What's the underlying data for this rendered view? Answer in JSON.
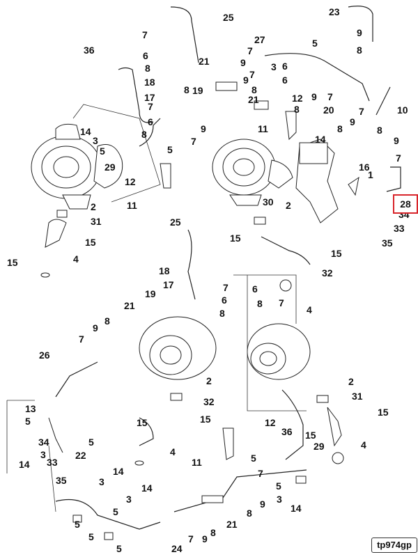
{
  "labels": {
    "a_23": "23",
    "a_25": "25",
    "a_7a": "7",
    "a_9a": "9",
    "a_6a": "6",
    "a_8a": "8",
    "a_36": "36",
    "a_21": "21",
    "a_8b": "8",
    "a_18": "18",
    "a_17": "17",
    "a_27": "27",
    "a_5a": "5",
    "a_7b": "7",
    "a_9b": "9",
    "a_3a": "3",
    "a_6b": "6",
    "a_8c": "8",
    "a_19": "19",
    "a_9c": "9",
    "a_7c": "7",
    "a_6c": "6",
    "a_8d": "8",
    "a_21b": "21",
    "a_12": "12",
    "a_9d": "9",
    "a_7d": "7",
    "a_10": "10",
    "a_8e": "8",
    "a_20": "20",
    "a_9e": "9",
    "a_14a": "14",
    "a_3b": "3",
    "a_5b": "5",
    "a_29": "29",
    "a_9f": "9",
    "a_7e": "7",
    "a_11a": "11",
    "a_8f": "8",
    "a_14b": "14",
    "a_9g": "9",
    "a_7f": "7",
    "a_5c": "5",
    "a_12b": "12",
    "a_11b": "11",
    "a_16": "16",
    "a_1": "1",
    "a_30": "30",
    "a_2a": "2",
    "a_2b": "2",
    "a_31": "31",
    "a_15a": "15",
    "a_15b": "15",
    "a_4a": "4",
    "a_34": "34",
    "a_33": "33",
    "a_35": "35",
    "a_28": "28",
    "b_25": "25",
    "b_15": "15",
    "b_15b": "15",
    "b_32": "32",
    "b_4": "4",
    "b_18": "18",
    "b_17": "17",
    "b_19": "19",
    "b_7": "7",
    "b_6": "6",
    "b_8": "8",
    "b_6b": "6",
    "b_8b": "8",
    "b_7b": "7",
    "b_21": "21",
    "b_9": "9",
    "b_8c": "8",
    "b_7c": "7",
    "b_26": "26",
    "c_2": "2",
    "c_32": "32",
    "c_15": "15",
    "c_15b": "15",
    "c_4": "4",
    "c_13": "13",
    "c_5": "5",
    "c_34": "34",
    "c_5b": "5",
    "c_14": "14",
    "c_22": "22",
    "c_3": "3",
    "c_33": "33",
    "c_35": "35",
    "c_11": "11",
    "c_12": "12",
    "c_36": "36",
    "c_15c": "15",
    "c_29": "29",
    "c_5c": "5",
    "c_7": "7",
    "c_5d": "5",
    "c_3b": "3",
    "c_14b": "14",
    "d_2": "2",
    "d_31": "31",
    "d_15": "15",
    "d_4": "4",
    "e_3": "3",
    "e_14": "14",
    "e_3b": "3",
    "e_5": "5",
    "e_14b": "14",
    "e_5b": "5",
    "e_21": "21",
    "e_8": "8",
    "e_9": "9",
    "e_5c": "5",
    "e_5d": "5",
    "e_24": "24",
    "e_7": "7",
    "e_9b": "9",
    "e_8b": "8"
  },
  "highlight_label": "28",
  "drawing_code": "tp974gp",
  "colors": {
    "highlight": "#d8242a",
    "ink": "#111111",
    "line": "#333333"
  }
}
